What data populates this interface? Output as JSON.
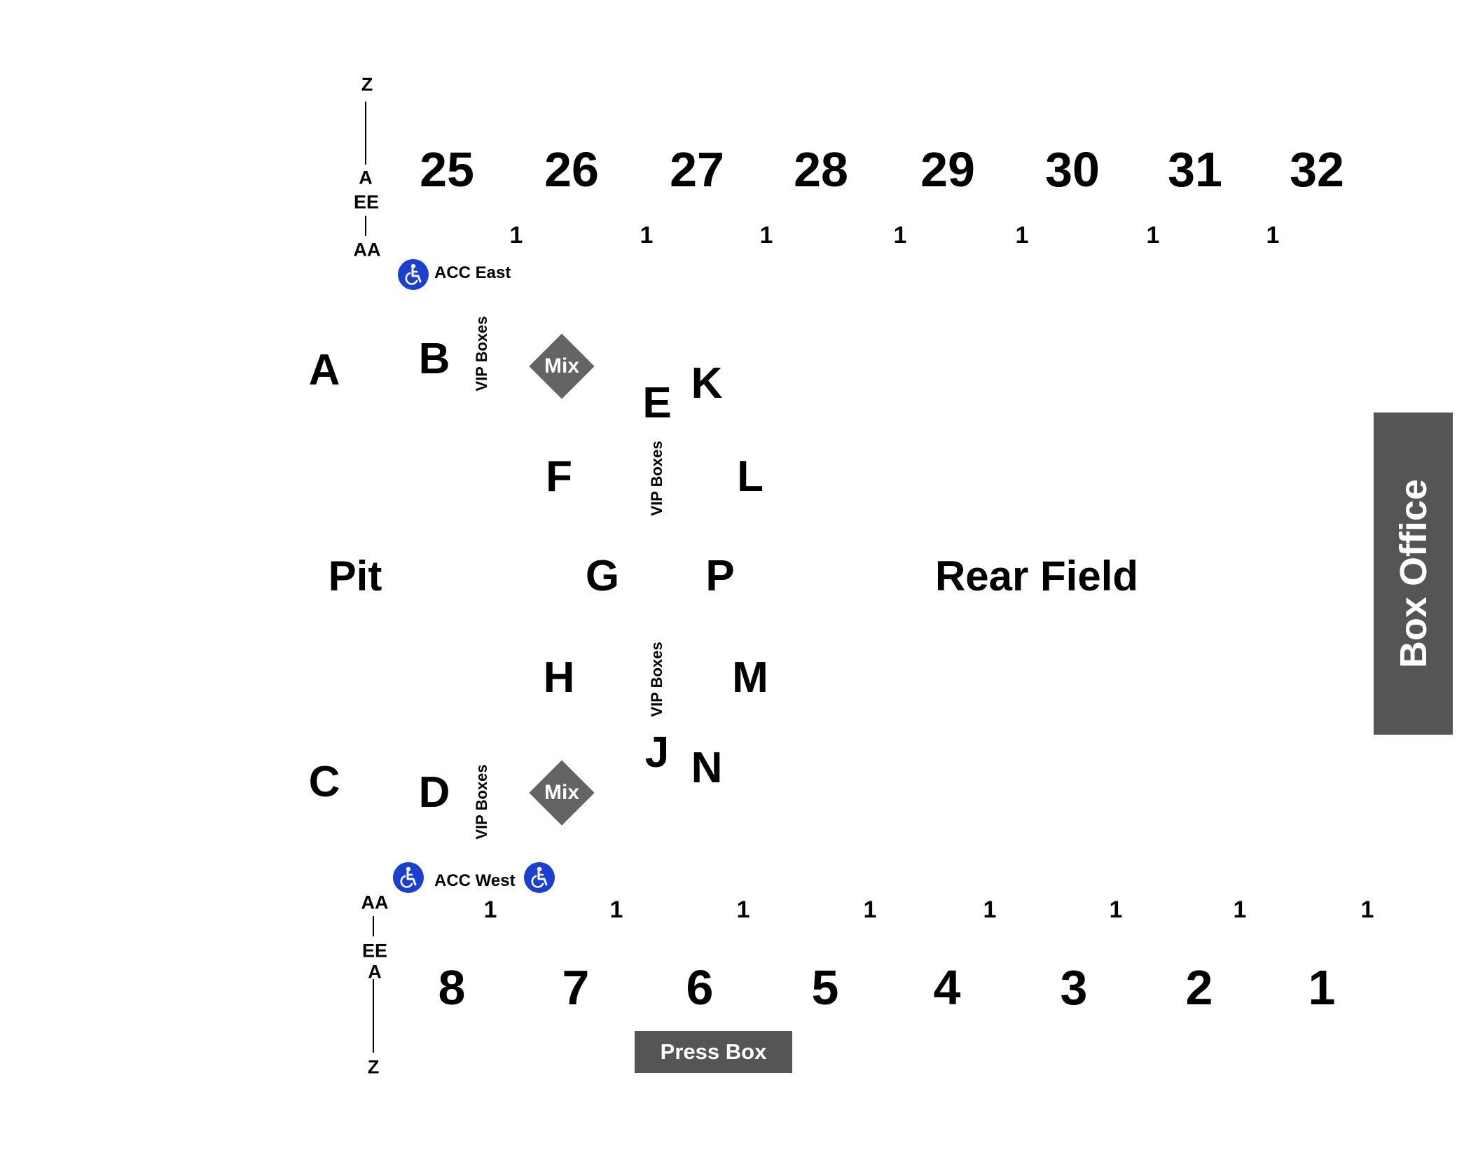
{
  "top_sections": [
    "25",
    "26",
    "27",
    "28",
    "29",
    "30",
    "31",
    "32"
  ],
  "top_seat_numbers": [
    "1",
    "1",
    "1",
    "1",
    "1",
    "1",
    "1"
  ],
  "bottom_sections": [
    "8",
    "7",
    "6",
    "5",
    "4",
    "3",
    "2",
    "1"
  ],
  "bottom_seat_numbers": [
    "1",
    "1",
    "1",
    "1",
    "1",
    "1",
    "1",
    "1"
  ],
  "top_row_scale": {
    "z": "Z",
    "a": "A",
    "ee": "EE",
    "aa": "AA"
  },
  "bottom_row_scale": {
    "aa": "AA",
    "ee": "EE",
    "a": "A",
    "z": "Z"
  },
  "accessible": {
    "east_label": "ACC East",
    "west_label": "ACC West",
    "icon": "wheelchair-icon",
    "icon_color": "#1b3fcf"
  },
  "floor_sections": {
    "a": "A",
    "b": "B",
    "c": "C",
    "d": "D",
    "e": "E",
    "f": "F",
    "g": "G",
    "h": "H",
    "j": "J",
    "k": "K",
    "l": "L",
    "m": "M",
    "n": "N",
    "p": "P"
  },
  "areas": {
    "pit": "Pit",
    "rear_field": "Rear Field"
  },
  "vip_label": "VIP Boxes",
  "mix_label": "Mix",
  "press_box": "Press Box",
  "box_office": "Box Office",
  "colors": {
    "fill_dark": "#555555",
    "mix": "#646464"
  }
}
